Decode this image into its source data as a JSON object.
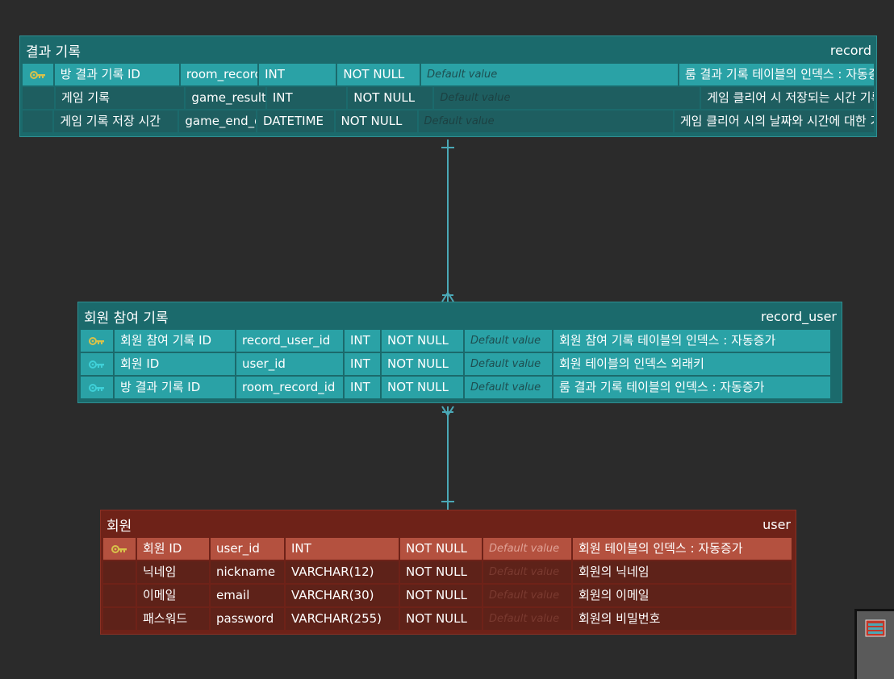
{
  "tables": [
    {
      "id": "record",
      "title": "결과 기록",
      "physical_name": "record",
      "columns": [
        {
          "name": "방 결과 기록 ID",
          "field": "room_record_id",
          "type": "INT",
          "nullable": "NOT NULL",
          "default": "Default value",
          "comment": "룸 결과 기록 테이블의 인덱스 : 자동증가",
          "key": "primary",
          "highlight": true
        },
        {
          "name": "게임 기록",
          "field": "game_result_time",
          "type": "INT",
          "nullable": "NOT NULL",
          "default": "Default value",
          "comment": "게임 클리어 시 저장되는 시간 기록",
          "key": "",
          "highlight": false
        },
        {
          "name": "게임 기록 저장 시간",
          "field": "game_end_date_time",
          "type": "DATETIME",
          "nullable": "NOT NULL",
          "default": "Default value",
          "comment": "게임 클리어 시의 날짜와 시간에 대한 기록",
          "key": "",
          "highlight": false
        }
      ]
    },
    {
      "id": "record_user",
      "title": "회원 참여 기록",
      "physical_name": "record_user",
      "columns": [
        {
          "name": "회원 참여 기록 ID",
          "field": "record_user_id",
          "type": "INT",
          "nullable": "NOT NULL",
          "default": "Default value",
          "comment": "회원 참여 기록 테이블의 인덱스 : 자동증가",
          "key": "primary",
          "highlight": true
        },
        {
          "name": "회원 ID",
          "field": "user_id",
          "type": "INT",
          "nullable": "NOT NULL",
          "default": "Default value",
          "comment": "회원 테이블의 인덱스 외래키",
          "key": "foreign",
          "highlight": true
        },
        {
          "name": "방 결과 기록 ID",
          "field": "room_record_id",
          "type": "INT",
          "nullable": "NOT NULL",
          "default": "Default value",
          "comment": "룸 결과 기록 테이블의 인덱스 : 자동증가",
          "key": "foreign",
          "highlight": true
        }
      ]
    },
    {
      "id": "user",
      "title": "회원",
      "physical_name": "user",
      "columns": [
        {
          "name": "회원 ID",
          "field": "user_id",
          "type": "INT",
          "nullable": "NOT NULL",
          "default": "Default value",
          "comment": "회원 테이블의 인덱스 : 자동증가",
          "key": "primary",
          "highlight": true
        },
        {
          "name": "닉네임",
          "field": "nickname",
          "type": "VARCHAR(12)",
          "nullable": "NOT NULL",
          "default": "Default value",
          "comment": "회원의 닉네임",
          "key": "",
          "highlight": false
        },
        {
          "name": "이메일",
          "field": "email",
          "type": "VARCHAR(30)",
          "nullable": "NOT NULL",
          "default": "Default value",
          "comment": "회원의 이메일",
          "key": "",
          "highlight": false
        },
        {
          "name": "패스워드",
          "field": "password",
          "type": "VARCHAR(255)",
          "nullable": "NOT NULL",
          "default": "Default value",
          "comment": "회원의 비밀번호",
          "key": "",
          "highlight": false
        }
      ]
    }
  ],
  "colors": {
    "background": "#2b2b2b",
    "teal_header": "#1b6a6c",
    "teal_highlight": "#2aa2a6",
    "red_header": "#6e2218",
    "red_highlight": "#b4513f",
    "connector": "#4aa8b6",
    "primary_key": "#d8c24a",
    "foreign_key": "#3fd0d8"
  },
  "relations": [
    {
      "from": "record",
      "to": "record_user",
      "cardinality": "one-to-many"
    },
    {
      "from": "user",
      "to": "record_user",
      "cardinality": "one-to-many"
    }
  ]
}
